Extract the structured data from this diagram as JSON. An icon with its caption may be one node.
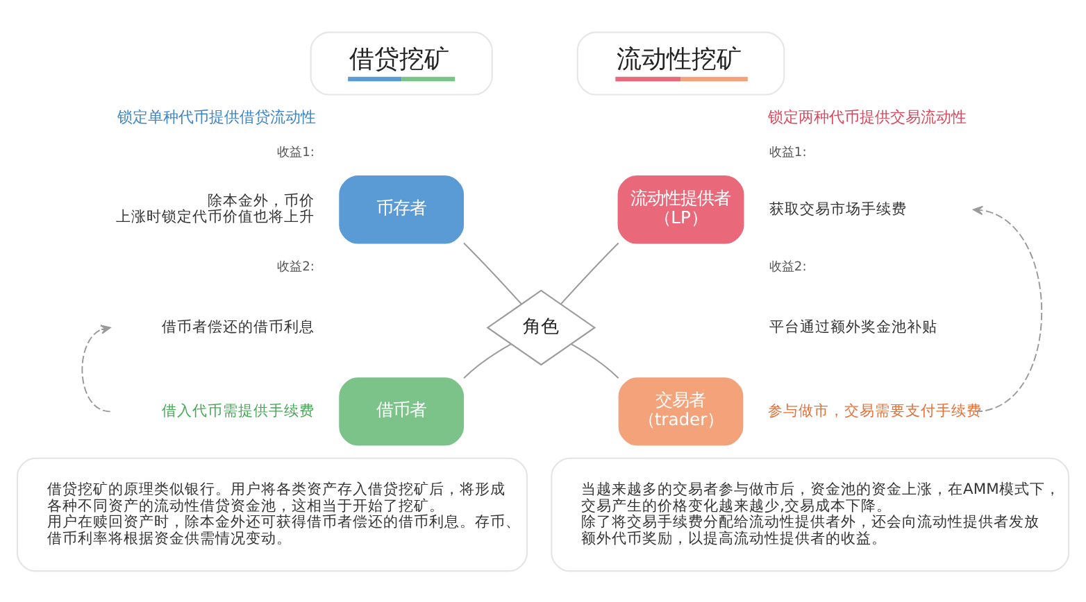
{
  "diagram": {
    "nodes": [
      {
        "text": [
          "借贷挖矿"
        ]
      },
      {
        "text": [
          "流动性挖矿"
        ]
      },
      {
        "text": [
          "币存者"
        ]
      },
      {
        "text": [
          "流动性提供者（LP）"
        ]
      },
      {
        "text": [
          "获取交易市场手续费"
        ]
      },
      {
        "text": [
          "借币者偿还的借币利息"
        ]
      },
      {
        "text": [
          "角色"
        ]
      },
      {
        "text": [
          "借入代币需提供手续费"
        ]
      },
      {
        "text": [
          "借币者"
        ]
      },
      {
        "text": [
          "交易者（trader）"
        ]
      },
      {
        "text": [
          "参与做市，交易需要支付手续费"
        ]
      },
      {
        "text": [
          "借贷挖矿的原理类似银行。用户将各类资产存入借贷挖矿后，将形成各种不同资产的流动性借贷资金池，这相当于开始了挖矿。",
          "用户在赎回资产时，除本金外还可获得借币者偿还的借币利息。存币、借币利率将根据资金供需情况变动。"
        ]
      },
      {
        "text": [
          "当越来越多的交易者参与做市后，资金池的资金上涨，在AMM模式下，交易产生的价格变化越来越少,交易成本下降。",
          "除了将交易手续费分配给流动性提供者外，还会向流动性提供者发放额外代币奖励，以提高流动性提供者的收益。"
        ]
      }
    ],
    "edges": [
      {
        "from": 2,
        "to": 6,
        "arrow": "none"
      },
      {
        "from": 3,
        "to": 6,
        "arrow": "none"
      },
      {
        "from": 6,
        "to": 8,
        "arrow": "none"
      },
      {
        "from": 6,
        "to": 9,
        "arrow": "none"
      },
      {
        "from": 7,
        "to": 5,
        "arrow": "to",
        "style": "dashed"
      },
      {
        "from": 10,
        "to": 4,
        "arrow": "to",
        "style": "dashed"
      }
    ],
    "labels": [
      "锁定单种代币提供借贷流动性",
      "锁定两种代币提供交易流动性",
      "收益1:",
      "收益1:",
      "除本金外，币价上涨时锁定代币价值也将上升",
      "收益2:",
      "收益2:",
      "平台通过额外奖金池补贴"
    ]
  }
}
